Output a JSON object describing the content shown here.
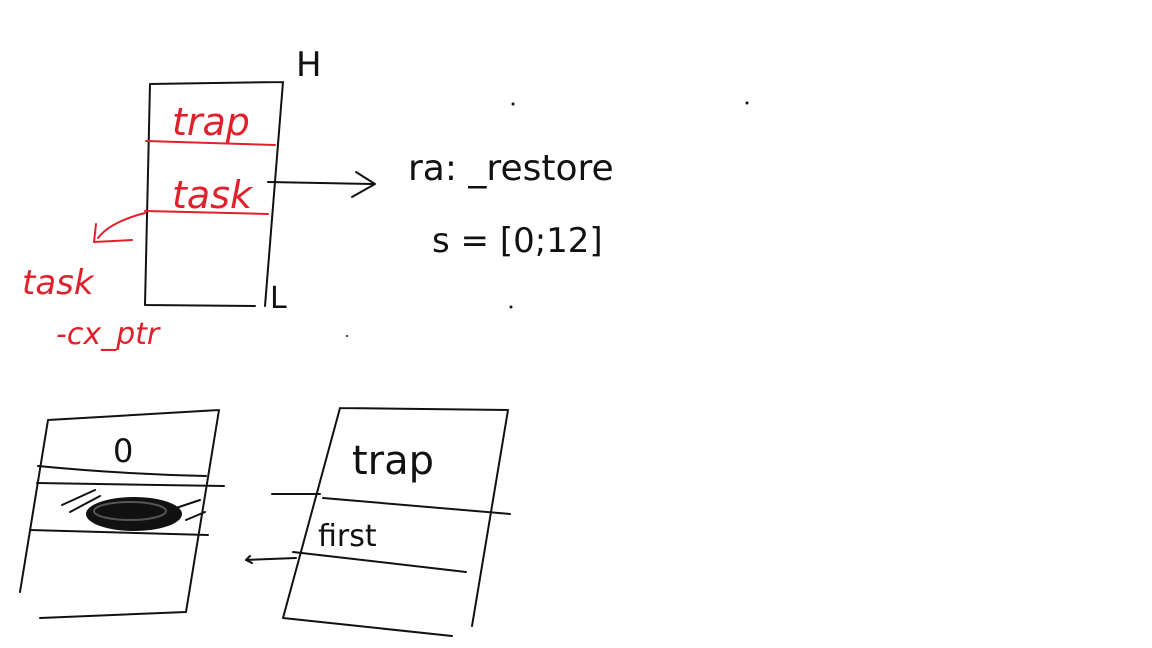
{
  "colors": {
    "black_ink": "#111111",
    "red_ink": "#e0202a",
    "background": "#ffffff"
  },
  "top_stack": {
    "high_label": "H",
    "low_label": "L",
    "slots": [
      {
        "text": "trap"
      },
      {
        "text": "task"
      },
      {
        "text": ""
      }
    ],
    "side_note_line1": "task",
    "side_note_line2": "-cx_ptr"
  },
  "annotation": {
    "line1": "ra: _restore",
    "line2": "s = [0;12]"
  },
  "bottom_left_stack": {
    "top_text": "0"
  },
  "bottom_right_stack": {
    "slots": [
      {
        "text": "trap"
      },
      {
        "text": "first"
      },
      {
        "text": ""
      }
    ]
  }
}
